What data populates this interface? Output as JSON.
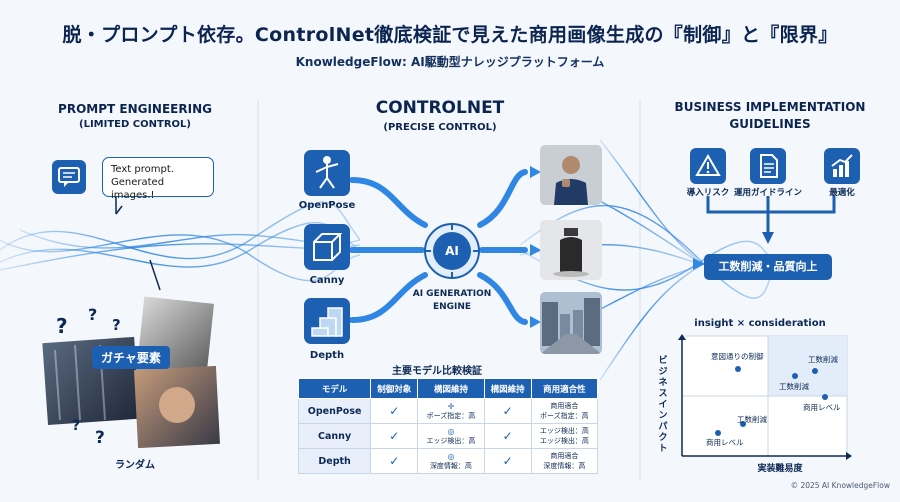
{
  "header": {
    "title": "脱・プロンプト依存。ControlNet徹底検証で見えた商用画像生成の『制御』と『限界』",
    "subtitle": "KnowledgeFlow: AI駆動型ナレッジプラットフォーム"
  },
  "left": {
    "heading": "PROMPT ENGINEERING",
    "subheading": "(LIMITED CONTROL)",
    "speech_line1": "Text prompt.",
    "speech_line2": "Generated images.!",
    "gacha_label": "ガチャ要素",
    "random_label": "ランダム"
  },
  "center": {
    "heading": "CONTROLNET",
    "subheading": "(PRECISE CONTROL)",
    "controls": [
      {
        "label": "OpenPose",
        "icon": "pose-figure-icon"
      },
      {
        "label": "Canny",
        "icon": "cube-edge-icon"
      },
      {
        "label": "Depth",
        "icon": "depth-blocks-icon"
      }
    ],
    "engine_badge": "AI",
    "engine_line1": "AI GENERATION",
    "engine_line2": "ENGINE"
  },
  "comparison": {
    "title": "主要モデル比較検証",
    "headers": [
      "モデル",
      "制御対象",
      "構図維持",
      "構図維持",
      "商用適合性"
    ],
    "rows": [
      {
        "model": "OpenPose",
        "c1": "✓",
        "c2a": "✛",
        "c2b": "ポーズ指定：高",
        "c3": "✓",
        "c4a": "商用適合",
        "c4b": "ポーズ指定：高"
      },
      {
        "model": "Canny",
        "c1": "✓",
        "c2a": "◎",
        "c2b": "エッジ検出：高",
        "c3": "✓",
        "c4a": "エッジ検出：高",
        "c4b": "エッジ検出：高"
      },
      {
        "model": "Depth",
        "c1": "✓",
        "c2a": "◎",
        "c2b": "深度情報：高",
        "c3": "✓",
        "c4a": "商用適合",
        "c4b": "深度情報：高"
      }
    ]
  },
  "right": {
    "heading_line1": "BUSINESS IMPLEMENTATION",
    "heading_line2": "GUIDELINES",
    "guides": [
      {
        "label": "導入リスク",
        "icon": "warning-icon"
      },
      {
        "label": "運用ガイドライン",
        "icon": "document-icon"
      },
      {
        "label": "最適化",
        "icon": "bar-chart-icon"
      }
    ],
    "result_label": "工数削減・品質向上",
    "matrix": {
      "title": "insight × consideration",
      "ylabel": "ビジネスインパクト",
      "xlabel": "実装難易度",
      "points": [
        {
          "label": "意図通りの制御"
        },
        {
          "label": "工数削減"
        },
        {
          "label": "工数削減"
        },
        {
          "label": "商用レベル"
        },
        {
          "label": "工数削減"
        },
        {
          "label": "商用レベル"
        }
      ]
    }
  },
  "footer": {
    "copyright": "© 2025 AI KnowledgeFlow"
  },
  "colors": {
    "accent": "#1d5fb0",
    "dark": "#0c2550",
    "flow": "#4aa3e8"
  }
}
